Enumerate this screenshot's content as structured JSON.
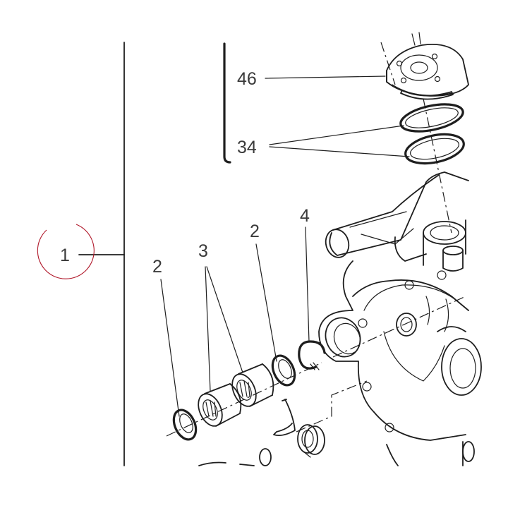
{
  "callouts": {
    "c1": "1",
    "c2_left": "2",
    "c3": "3",
    "c2_right": "2",
    "c4": "4",
    "c46": "46",
    "c34": "34"
  },
  "highlight_color": "#b0182a",
  "ink_color": "#1e1e1e"
}
